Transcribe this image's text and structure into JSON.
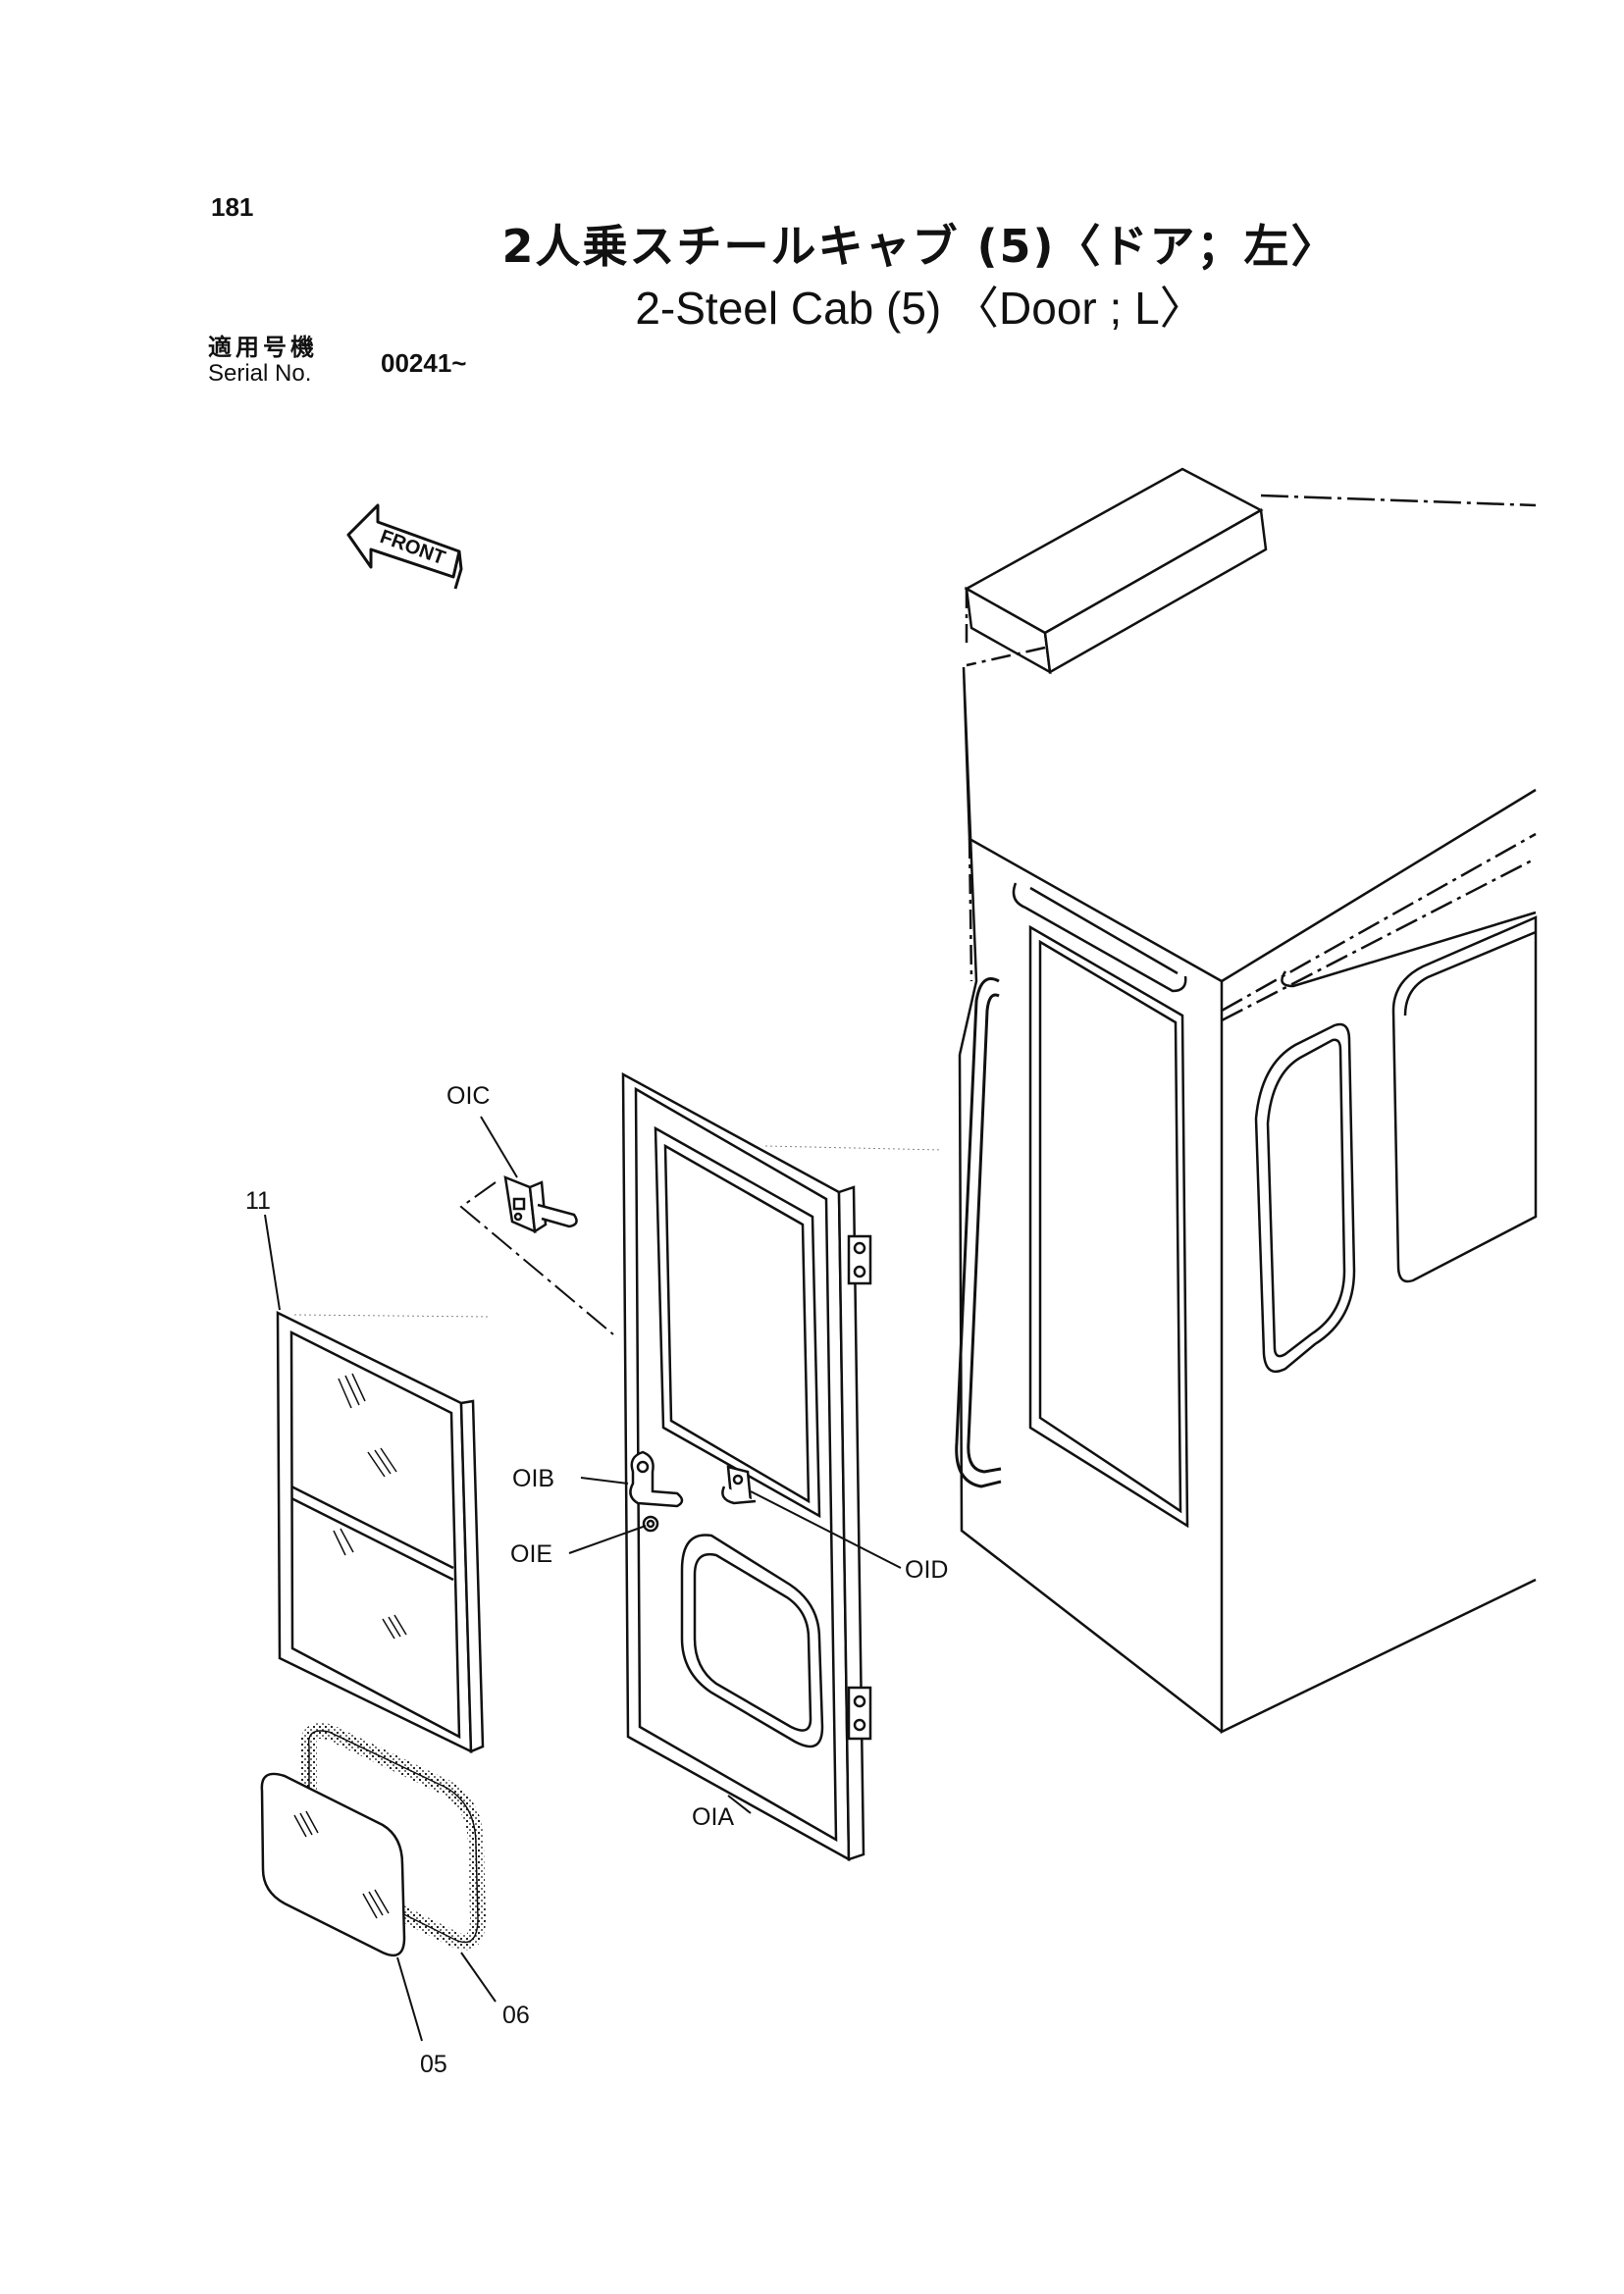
{
  "header": {
    "page_number": "181",
    "title_ja": "2人乗スチールキャブ (5)〈ドア；左〉",
    "title_en": "2-Steel Cab (5) 〈Door ; L〉",
    "serial_label_ja": "適用号機",
    "serial_label_en": "Serial No.",
    "serial_value": "00241~"
  },
  "diagram": {
    "front_label": "FRONT",
    "callouts": {
      "c01c": "OIC",
      "c11": "11",
      "c01b": "OIB",
      "c01e": "OIE",
      "c01d": "OID",
      "c01a": "OIA",
      "c06": "06",
      "c05": "05"
    }
  }
}
